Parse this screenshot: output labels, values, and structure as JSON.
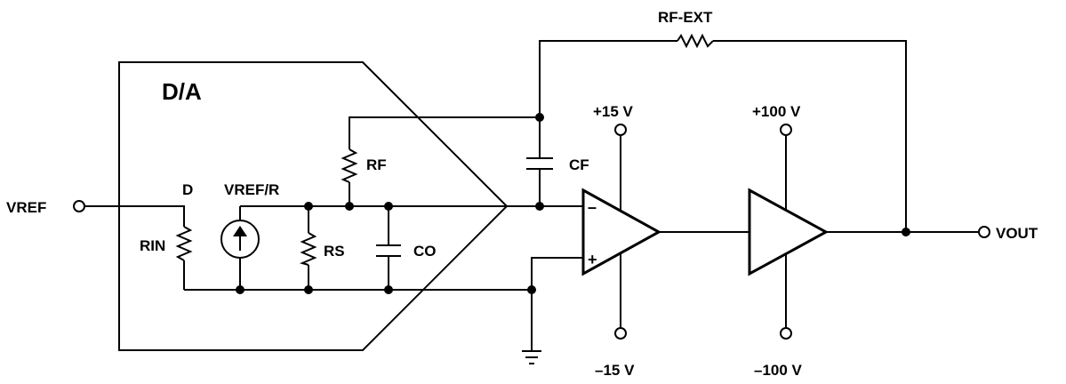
{
  "block": {
    "title": "D/A"
  },
  "terminals": {
    "vref": "VREF",
    "vout": "VOUT"
  },
  "components": {
    "d": "D",
    "rin": "RIN",
    "vref_r": "VREF/R",
    "rs": "RS",
    "co": "CO",
    "rf": "RF",
    "cf": "CF",
    "rf_ext": "RF-EXT"
  },
  "opamp": {
    "inv": "–",
    "noninv": "+"
  },
  "supplies": {
    "op_pos": "+15 V",
    "op_neg": "–15 V",
    "amp_pos": "+100 V",
    "amp_neg": "–100 V"
  },
  "colors": {
    "ink": "#000000",
    "background": "#ffffff"
  }
}
